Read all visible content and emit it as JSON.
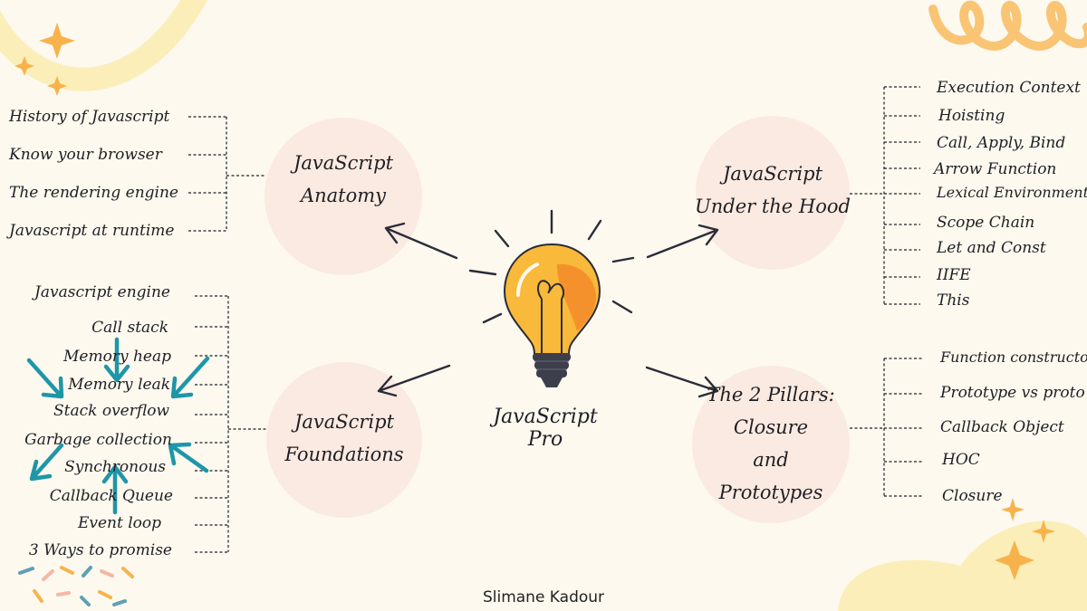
{
  "center": {
    "title": "JavaScript Pro"
  },
  "author": "Slimane Kadour",
  "anatomy": {
    "title_line1": "JavaScript",
    "title_line2": "Anatomy",
    "items": [
      "History of Javascript",
      "Know your browser",
      "The rendering engine",
      "Javascript at runtime"
    ]
  },
  "foundations": {
    "title_line1": "JavaScript",
    "title_line2": "Foundations",
    "items": [
      "Javascript engine",
      "Call stack",
      "Memory heap",
      "Memory leak",
      "Stack overflow",
      "Garbage collection",
      "Synchronous",
      "Callback Queue",
      "Event loop",
      "3 Ways to promise"
    ]
  },
  "hood": {
    "title_line1": "JavaScript",
    "title_line2": "Under the Hood",
    "items": [
      "Execution Context",
      "Hoisting",
      "Call, Apply, Bind",
      "Arrow Function",
      "Lexical Environment",
      "Scope Chain",
      "Let and Const",
      "IIFE",
      "This"
    ]
  },
  "pillars": {
    "title_line1": "The 2 Pillars:",
    "title_line2": "Closure",
    "title_line3": "and",
    "title_line4": "Prototypes",
    "items": [
      "Function constructor",
      "Prototype vs proto",
      "Callback Object",
      "HOC",
      "Closure"
    ]
  },
  "colors": {
    "background": "#fdf9ef",
    "node_circle": "#fbeae1",
    "bulb": "#f9b93a",
    "bulb_glow": "#f58a2c",
    "teal_arrows": "#1e96a8",
    "decor_yellow": "#fbeeb9",
    "decor_orange": "#f7b34b"
  }
}
